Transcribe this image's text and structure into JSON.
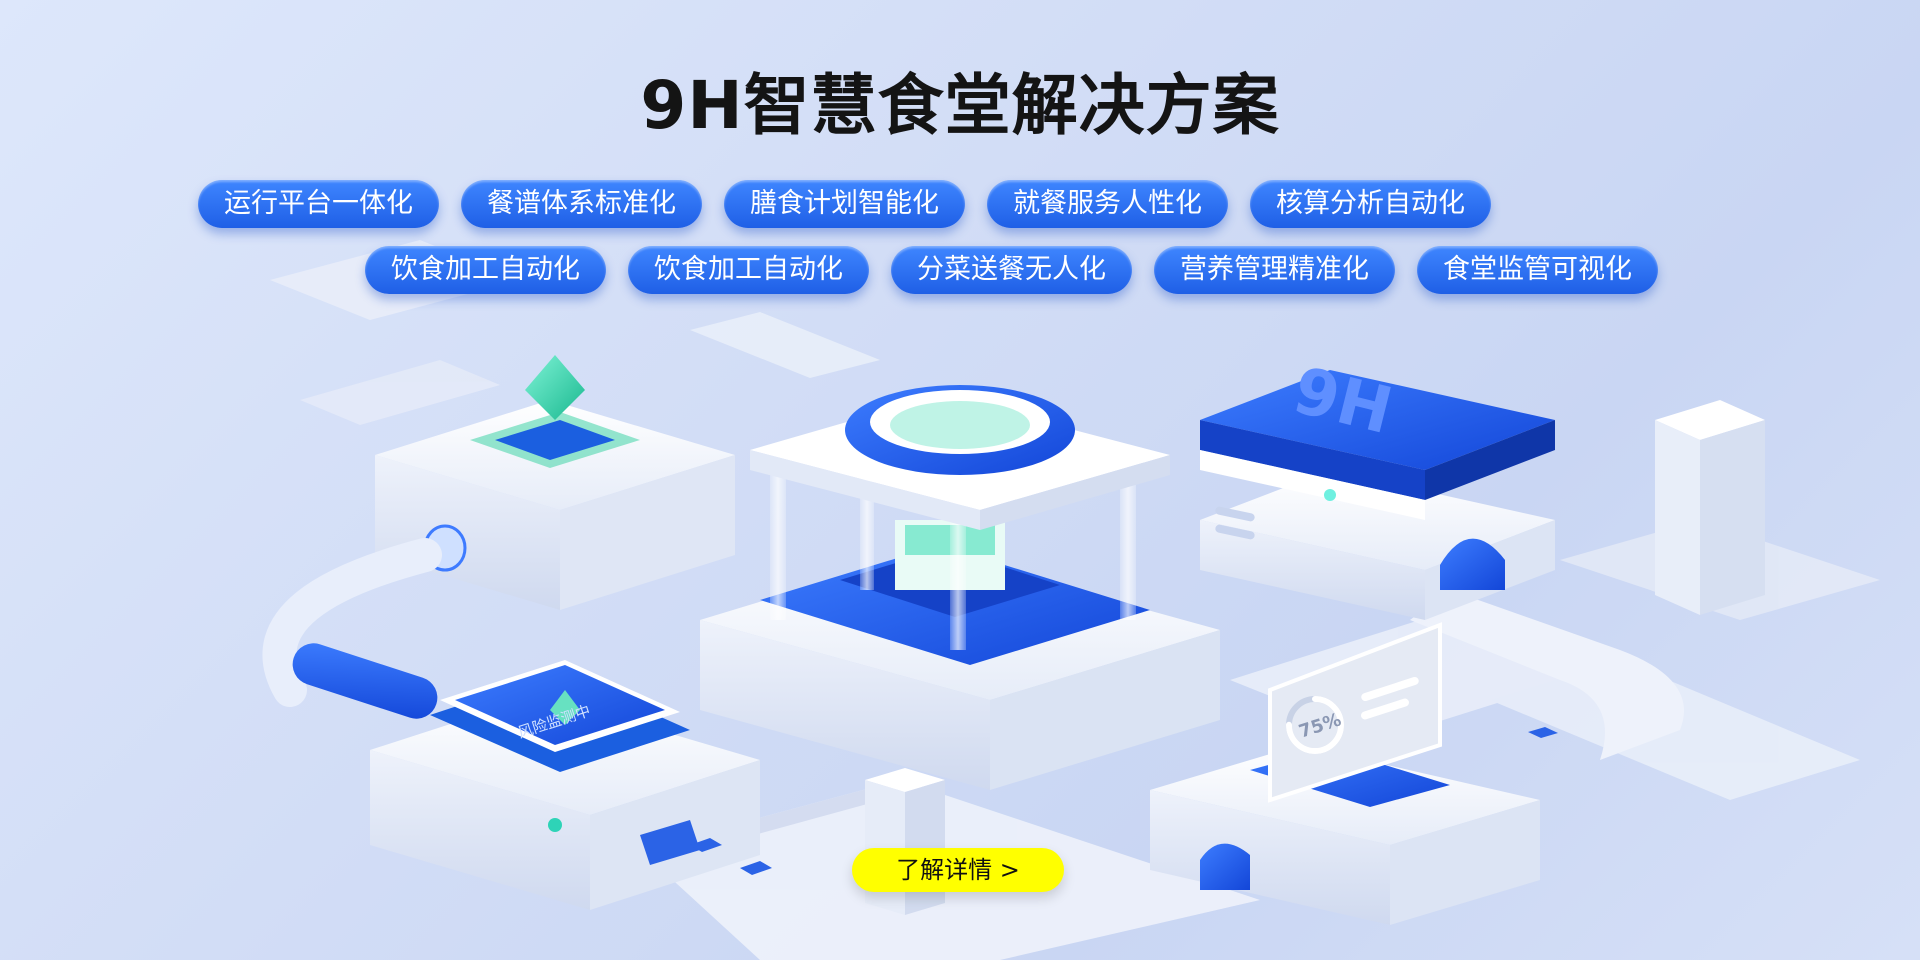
{
  "title": "9H智慧食堂解决方案",
  "features_row1": [
    "运行平台一体化",
    "餐谱体系标准化",
    "膳食计划智能化",
    "就餐服务人性化",
    "核算分析自动化"
  ],
  "features_row2": [
    "饮食加工自动化",
    "饮食加工自动化",
    "分菜送餐无人化",
    "营养管理精准化",
    "食堂监管可视化"
  ],
  "server_logo": "9H",
  "screen_label": "风险监测中",
  "progress_label": "75%",
  "progress_value": 75,
  "cta_label": "了解详情 >",
  "colors": {
    "accent": "#1f5fe6",
    "cta": "#ffff00",
    "teal": "#2ed3b7",
    "background": "#d2ddf6"
  }
}
